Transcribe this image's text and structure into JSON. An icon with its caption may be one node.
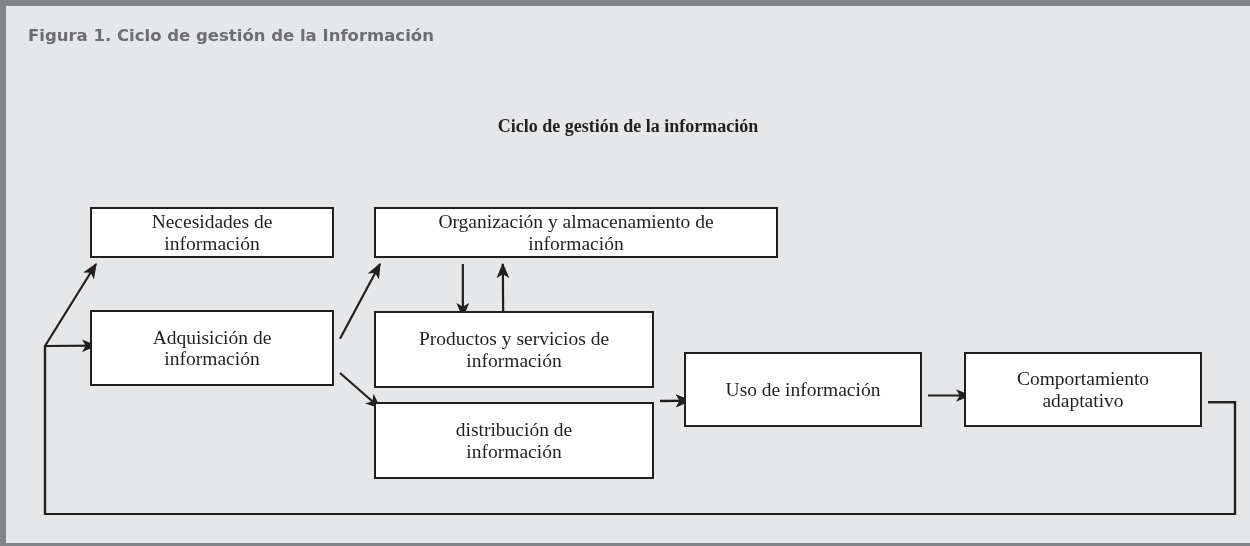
{
  "diagram": {
    "title": "Ciclo de gestión de la información",
    "caption": "Figura 1. Ciclo de gestión de la Información",
    "nodes": [
      {
        "text": [
          "Necesidades de información"
        ]
      },
      {
        "text": [
          "Organización y almacenamiento de información"
        ]
      },
      {
        "text": [
          "Adquisición de información"
        ]
      },
      {
        "text": [
          "Productos y servicios de información"
        ]
      },
      {
        "text": [
          "distribución de información"
        ]
      },
      {
        "text": [
          "Uso de información"
        ]
      },
      {
        "text": [
          "Comportamiento adaptativo"
        ]
      }
    ],
    "edges": [
      {
        "from": 6,
        "to": 0,
        "arrow": "to"
      },
      {
        "from": 6,
        "to": 2,
        "arrow": "to"
      },
      {
        "from": 2,
        "to": 1,
        "arrow": "to"
      },
      {
        "from": 2,
        "to": 4,
        "arrow": "to"
      },
      {
        "from": 1,
        "to": 3,
        "arrow": "to"
      },
      {
        "from": 3,
        "to": 1,
        "arrow": "to"
      },
      {
        "from": 3,
        "to": 5,
        "arrow": "to"
      },
      {
        "from": 4,
        "to": 5,
        "arrow": "to"
      },
      {
        "from": 5,
        "to": 6,
        "arrow": "to"
      }
    ]
  }
}
